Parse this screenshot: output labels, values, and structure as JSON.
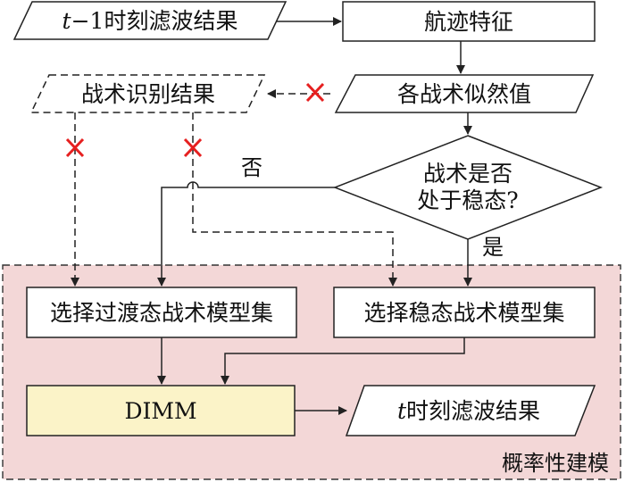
{
  "nodes": {
    "prev_filter_result": {
      "var": "t",
      "rest": "−1时刻滤波结果"
    },
    "track_features": "航迹特征",
    "tactic_recognition_result": "战术识别结果",
    "tactic_likelihoods": "各战术似然值",
    "decision": {
      "line1": "战术是否",
      "line2": "处于稳态?"
    },
    "select_transient_set": "选择过渡态战术模型集",
    "select_steady_set": "选择稳态战术模型集",
    "dimm": "DIMM",
    "curr_filter_result": {
      "var": "t",
      "rest": "时刻滤波结果"
    }
  },
  "edge_labels": {
    "no": "否",
    "yes": "是"
  },
  "region": {
    "label": "概率性建模"
  },
  "colors": {
    "region_fill": "#f3d7d7",
    "dimm_fill": "#fbf3c8",
    "cross_mark": "#e62020",
    "stroke": "#222222"
  }
}
